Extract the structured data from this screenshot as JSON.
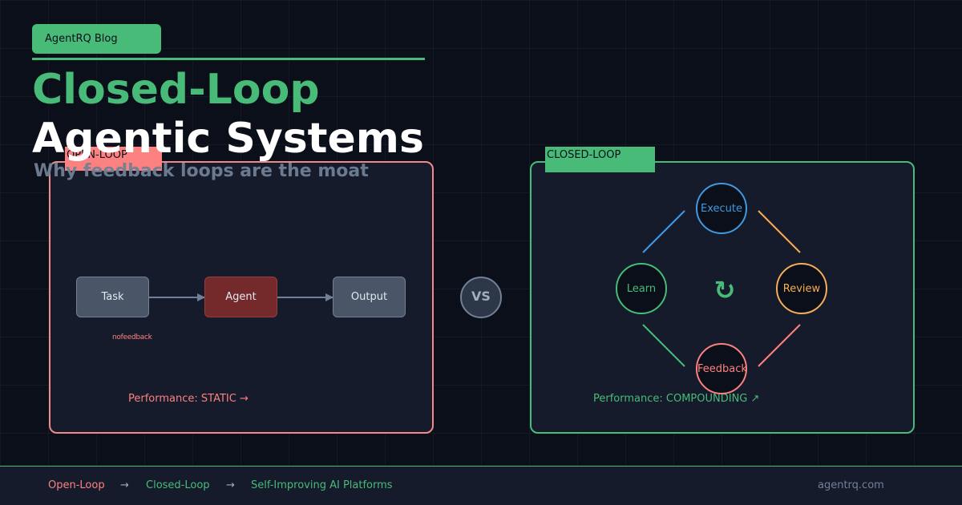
{
  "header": {
    "badge": "AgentRQ Blog",
    "title_line1": "Closed-Loop",
    "title_line2": "Agentic Systems",
    "subtitle": "Why feedback loops are the moat"
  },
  "open_loop": {
    "tag": "OPEN-LOOP",
    "nodes": [
      "Task",
      "Agent",
      "Output"
    ],
    "note": "nofeedback ",
    "performance": "Performance: STATIC →"
  },
  "vs_label": "VS",
  "closed_loop": {
    "tag": "CLOSED-LOOP",
    "nodes": {
      "execute": "Execute",
      "review": "Review",
      "feedback": "Feedback",
      "learn": "Learn"
    },
    "center_icon": "↻",
    "performance": "Performance: COMPOUNDING ↗"
  },
  "footer": {
    "items": [
      "Open-Loop",
      "→",
      "Closed-Loop",
      "→",
      "Self-Improving AI Platforms"
    ],
    "site": "agentrq.com"
  },
  "colors": {
    "background": "#0b0f19",
    "accent_green": "#48bb78",
    "accent_red": "#fc8181",
    "accent_blue": "#4299e1",
    "accent_orange": "#f6ad55"
  }
}
